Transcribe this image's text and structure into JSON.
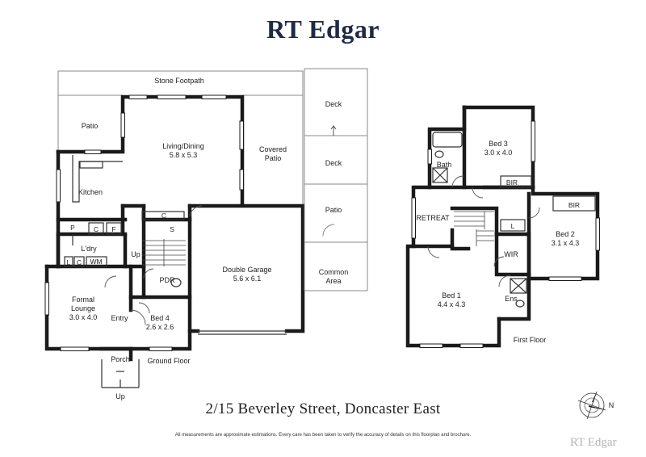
{
  "brand": "RT Edgar",
  "address": "2/15 Beverley Street, Doncaster East",
  "disclaimer": "All measurements are approximate estimations. Every care has been taken to verify the accuracy of details on this floorplan and brochure.",
  "footer_brand": "RT Edgar",
  "compass": {
    "north_label": "N"
  },
  "ground_floor": {
    "label": "Ground Floor",
    "stone_footpath": "Stone Footpath",
    "patio": "Patio",
    "living_dining": {
      "name": "Living/Dining",
      "size": "5.8 x 5.3"
    },
    "covered_patio": [
      "Covered",
      "Patio"
    ],
    "kitchen": "Kitchen",
    "pantry": "P",
    "cupboard_c": "C",
    "fridge": "F",
    "laundry": "L'dry",
    "linen": "L",
    "washing_machine": "WM",
    "storage": "S",
    "up": "Up",
    "powder_room": "PDR",
    "double_garage": {
      "name": "Double Garage",
      "size": "5.6 x 6.1"
    },
    "formal_lounge": {
      "name": [
        "Formal",
        "Lounge"
      ],
      "size": "3.0 x 4.0"
    },
    "entry": "Entry",
    "bed4": {
      "name": "Bed 4",
      "size": "2.6 x 2.6"
    },
    "porch": "Porch",
    "porch_up": "Up"
  },
  "outdoor": {
    "deck_1": "Deck",
    "deck_2": "Deck",
    "patio": "Patio",
    "common_area": [
      "Common",
      "Area"
    ]
  },
  "first_floor": {
    "label": "First Floor",
    "bath": "Bath",
    "bed3": {
      "name": "Bed 3",
      "size": "3.0 x 4.0"
    },
    "bir_1": "BIR",
    "retreat": "RETREAT",
    "linen": "L",
    "bir_2": "BIR",
    "bed2": {
      "name": "Bed 2",
      "size": "3.1 x 4.3"
    },
    "wir": "WIR",
    "bed1": {
      "name": "Bed 1",
      "size": "4.4 x 4.3"
    },
    "ensuite": "Ens"
  }
}
